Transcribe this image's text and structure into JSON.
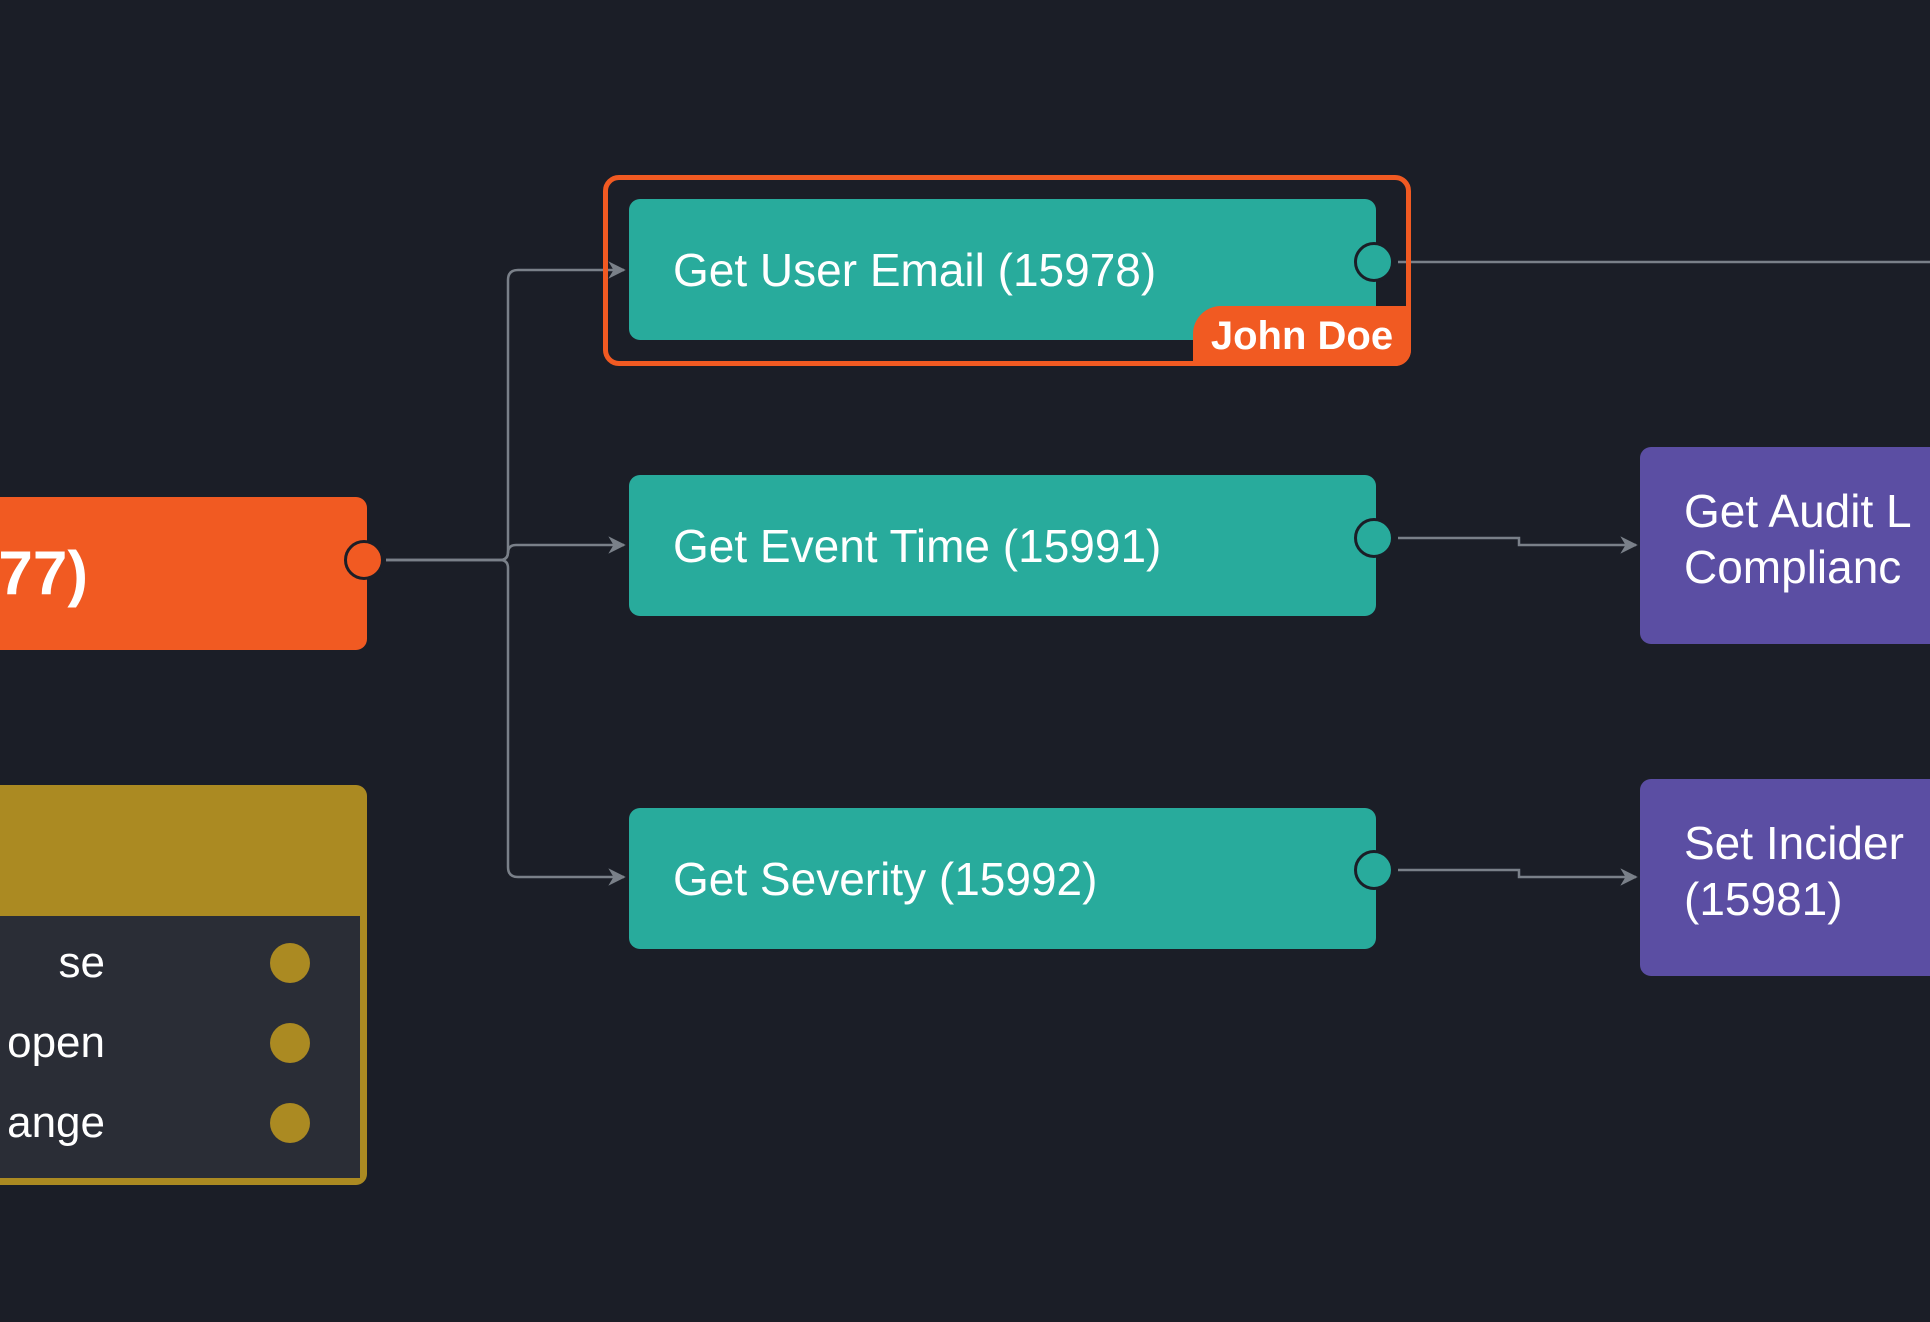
{
  "colors": {
    "background": "#1b1e27",
    "teal": "#28ab9c",
    "orange": "#f15a22",
    "purple": "#5b4ea3",
    "yellow": "#ab8a22",
    "edge": "#7a8089"
  },
  "nodes": {
    "source": {
      "label": "77)"
    },
    "condition": {
      "rows": [
        "se",
        "open",
        "ange"
      ]
    },
    "get_user_email": {
      "label": "Get User Email (15978)",
      "selected_by": "John Doe"
    },
    "get_event_time": {
      "label": "Get Event Time (15991)"
    },
    "get_severity": {
      "label": "Get Severity (15992)"
    },
    "get_audit": {
      "line1": "Get Audit L",
      "line2": "Complianc"
    },
    "set_incident": {
      "line1": "Set Incider",
      "line2": "(15981)"
    }
  }
}
